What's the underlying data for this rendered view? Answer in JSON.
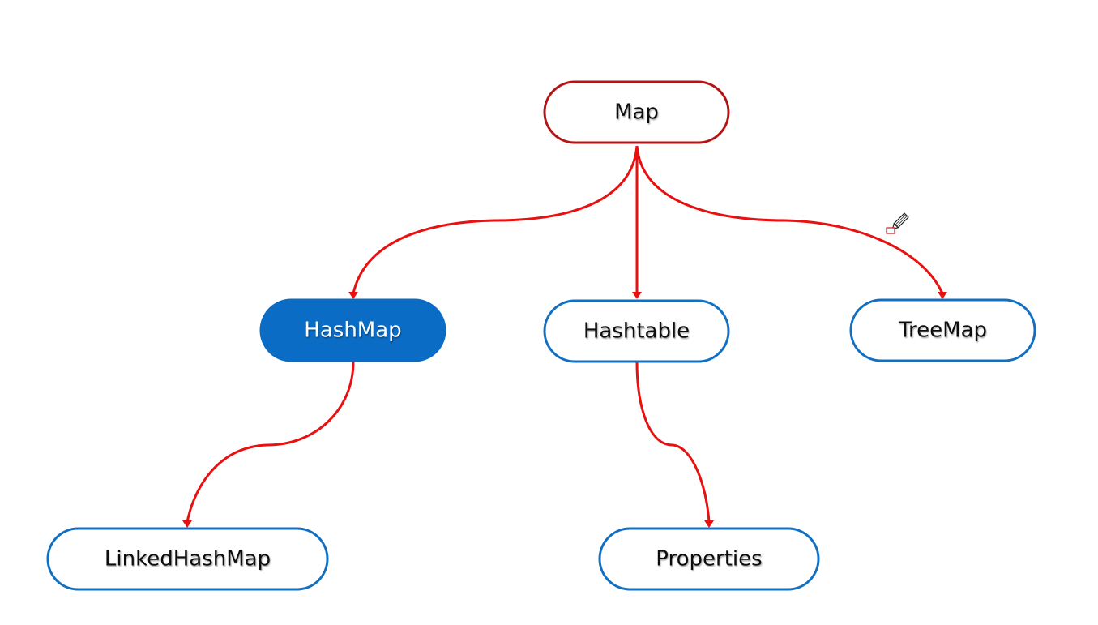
{
  "colors": {
    "edge": "#e81010",
    "root_border": "#b41414",
    "node_border": "#1170c4",
    "selected_fill": "#0a6cc4",
    "text": "#111111",
    "selected_text": "#ffffff"
  },
  "nodes": {
    "map": {
      "label": "Map",
      "style": "root"
    },
    "hashmap": {
      "label": "HashMap",
      "style": "selected"
    },
    "hashtable": {
      "label": "Hashtable",
      "style": "normal"
    },
    "treemap": {
      "label": "TreeMap",
      "style": "normal"
    },
    "linkedhashmap": {
      "label": "LinkedHashMap",
      "style": "normal"
    },
    "properties": {
      "label": "Properties",
      "style": "normal"
    }
  },
  "edges": [
    {
      "from": "Map",
      "to": "HashMap"
    },
    {
      "from": "Map",
      "to": "Hashtable"
    },
    {
      "from": "Map",
      "to": "TreeMap"
    },
    {
      "from": "HashMap",
      "to": "LinkedHashMap"
    },
    {
      "from": "Hashtable",
      "to": "Properties"
    }
  ],
  "cursor": {
    "icon": "pencil-cursor-icon"
  }
}
